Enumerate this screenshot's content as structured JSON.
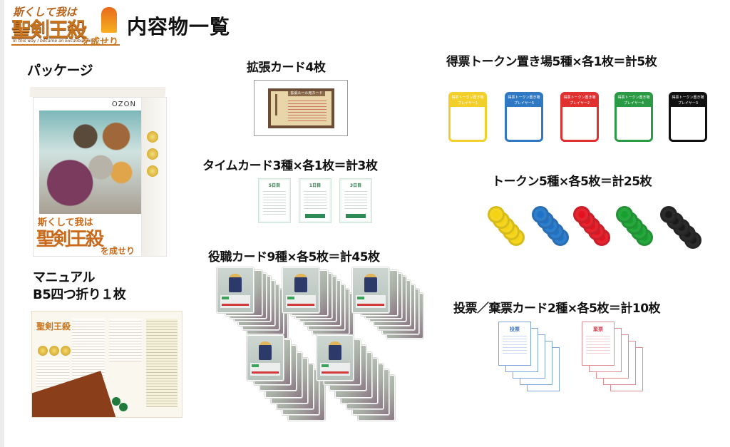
{
  "header": {
    "logo": {
      "line1": "斯くして我は",
      "line2": "聖剣王殺",
      "line3": "を成せり",
      "subtitle_en": "In this way I became an Excalibur King"
    },
    "title": "内容物一覧"
  },
  "sections": {
    "package": {
      "label": "パッケージ",
      "publisher": "OZON"
    },
    "manual": {
      "label_line1": "マニュアル",
      "label_line2": "B5四つ折り１枚"
    },
    "expansion": {
      "label": "拡張カード4枚",
      "card_heading": "拡張ルール用カード"
    },
    "time_cards": {
      "label": "タイムカード3種×各1枚＝計3枚",
      "cards": [
        "5日目",
        "1日目",
        "3日目"
      ]
    },
    "role_cards": {
      "label": "役職カード9種×各5枚＝計45枚",
      "stacks": 5
    },
    "score_holders": {
      "label": "得票トークン置き場5種×各1枚＝計5枚",
      "items": [
        {
          "color": "#f2cf2a",
          "header": "得票トークン置き場",
          "player": "プレイヤー1"
        },
        {
          "color": "#2f78c4",
          "header": "得票トークン置き場",
          "player": "プレイヤー5"
        },
        {
          "color": "#e03030",
          "header": "得票トークン置き場",
          "player": "プレイヤー2"
        },
        {
          "color": "#2a9a45",
          "header": "得票トークン置き場",
          "player": "プレイヤー4"
        },
        {
          "color": "#111111",
          "header": "得票トークン置き場",
          "player": "プレイヤー3"
        }
      ]
    },
    "tokens": {
      "label": "トークン5種×各5枚＝計25枚",
      "colors": [
        "#f4d20f",
        "#1e73c8",
        "#e2131f",
        "#16a02e",
        "#1a1a1a"
      ]
    },
    "vote_cards": {
      "label": "投票／棄票カード2種×各5枚＝計10枚",
      "types": [
        {
          "title": "投票",
          "color": "#7fa6d8"
        },
        {
          "title": "棄票",
          "color": "#e08a92"
        }
      ]
    }
  }
}
